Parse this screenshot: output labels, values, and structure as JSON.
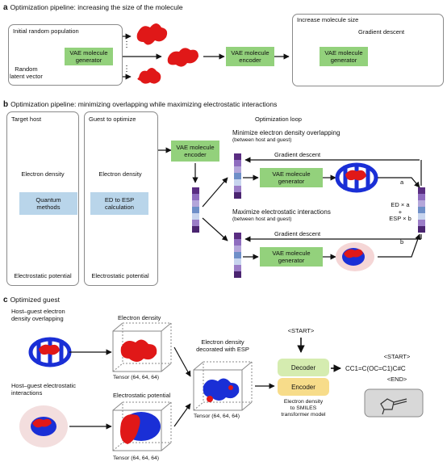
{
  "panel_a": {
    "letter": "a",
    "title": "Optimization pipeline: increasing the size of the molecule",
    "initial_population": "Initial random population",
    "random_latent": "Random\nlatent vector",
    "vae_generator": "VAE molecule\ngenerator",
    "vae_encoder": "VAE molecule\nencoder",
    "increase_size": "Increase molecule size",
    "gradient_descent": "Gradient descent",
    "vae_generator_2": "VAE molecule\ngenerator"
  },
  "panel_b": {
    "letter": "b",
    "title": "Optimization pipeline: minimizing overlapping while maximizing electrostatic interactions",
    "target_host": "Target host",
    "electron_density_1": "Electron density",
    "quantum_methods": "Quantum\nmethods",
    "electrostatic_potential_1": "Electrostatic potential",
    "guest_to_optimize": "Guest to optimize",
    "electron_density_2": "Electron density",
    "ed_to_esp": "ED to ESP\ncalculation",
    "electrostatic_potential_2": "Electrostatic potential",
    "vae_encoder": "VAE molecule\nencoder",
    "optimization_loop": "Optimization loop",
    "minimize_title": "Minimize electron density overlapping",
    "minimize_sub": "(between host and guest)",
    "gradient_descent_1": "Gradient descent",
    "vae_generator_1": "VAE molecule\ngenerator",
    "maximize_title": "Maximize electrostatic interactions",
    "maximize_sub": "(between host and guest)",
    "gradient_descent_2": "Gradient descent",
    "vae_generator_2": "VAE molecule\ngenerator",
    "label_a": "a",
    "label_b": "b",
    "combine": "ED × a\n+\nESP × b"
  },
  "panel_c": {
    "letter": "c",
    "title": "Optimized guest",
    "overlap_label": "Host–guest electron\ndensity overlapping",
    "electrostatic_label": "Host–guest electrostatic\ninteractions",
    "electron_density": "Electron density",
    "tensor_1": "Tensor (64, 64, 64)",
    "electrostatic_potential": "Electrostatic potential",
    "tensor_2": "Tensor (64, 64, 64)",
    "decorated": "Electron density\ndecorated with ESP",
    "tensor_3": "Tensor (64, 64, 64)",
    "start_top": "<START>",
    "decoder": "Decoder",
    "encoder": "Encoder",
    "transformer_caption": "Electron density\nto SMILES\ntransformer model",
    "start_out": "<START>",
    "smiles": "CC1=C(OC=C1)C#C",
    "end_out": "<END>"
  },
  "colors": {
    "green": "#93d17c",
    "light_blue": "#b9d5ea",
    "molecule_red": "#e01818",
    "molecule_blue": "#1a2fd6",
    "decoder_green": "#d5ecb0",
    "encoder_yellow": "#f7dc8a",
    "loop_gray": "#bfbfbf"
  }
}
